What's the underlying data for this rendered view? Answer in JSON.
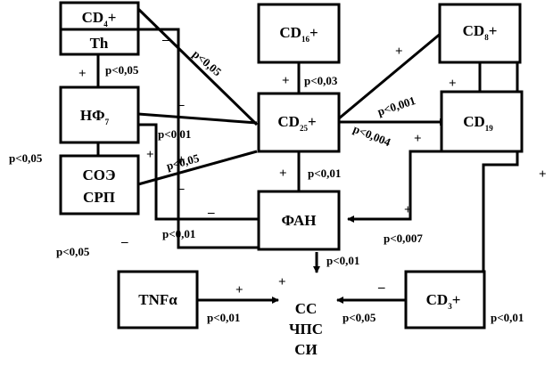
{
  "nodes": {
    "cd4": {
      "main": "CD",
      "sub": "4",
      "plus": "+"
    },
    "th": {
      "label": "Th"
    },
    "cd16": {
      "main": "CD",
      "sub": "16",
      "plus": "+"
    },
    "cd8": {
      "main": "CD",
      "sub": "8",
      "plus": "+"
    },
    "nf": {
      "label": "НФ",
      "sub": "7"
    },
    "cd25": {
      "main": "CD",
      "sub": "25",
      "plus": "+"
    },
    "cd19": {
      "main": "CD",
      "sub": "19"
    },
    "soe": {
      "line1": "СОЭ",
      "line2": "СРП"
    },
    "fan": {
      "label": "ФАН"
    },
    "tnf": {
      "label": "TNFα"
    },
    "target": {
      "line1": "СС",
      "line2": "ЧПС",
      "line3": "СИ"
    },
    "cd3": {
      "main": "CD",
      "sub": "3",
      "plus": "+"
    }
  },
  "stats": {
    "p_cd4_nf": "p<0,05",
    "p_cd4_cd25": "p<0,05",
    "p_cd16_cd25": "p<0,03",
    "p_cd25_cd8": "p<0,001",
    "p_cd25_cd19": "p<0,004",
    "p_nf_cd25": "p<0,01",
    "p_soe_left": "p<0,05",
    "p_soe_cd25": "p<0,05",
    "p_cd25_fan": "p<0,01",
    "p_fan_left": "p<0,01",
    "p_left_bottom": "p<0,05",
    "p_cd19_fan": "p<0,007",
    "p_fan_target": "p<0,01",
    "p_tnf_target": "p<0,01",
    "p_cd3_target": "p<0,05",
    "p_cd3_right": "p<0,01"
  },
  "signs": {
    "plus": "+",
    "minus": "–"
  }
}
